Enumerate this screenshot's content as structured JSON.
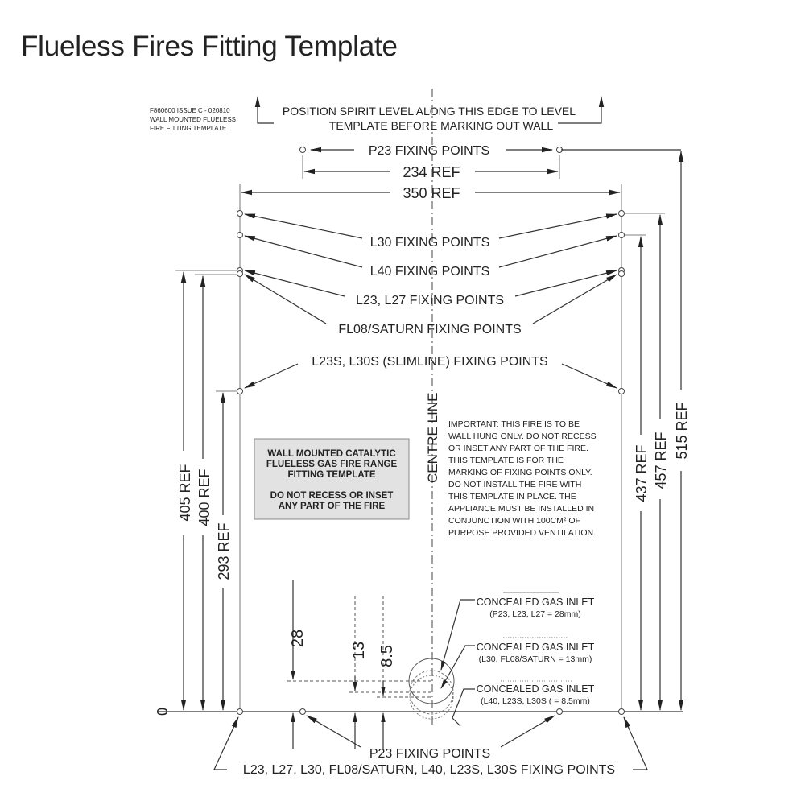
{
  "title": "Flueless Fires Fitting Template",
  "ref_block": [
    "F860600 ISSUE C - 020810",
    "WALL MOUNTED FLUELESS",
    "FIRE FITTING TEMPLATE"
  ],
  "level_note": [
    "POSITION SPIRIT LEVEL ALONG THIS EDGE TO LEVEL",
    "TEMPLATE BEFORE MARKING OUT WALL"
  ],
  "top_labels": {
    "p23": "P23 FIXING POINTS",
    "dim234": "234  REF",
    "dim350": "350  REF"
  },
  "fixing_labels": {
    "l30": "L30 FIXING POINTS",
    "l40": "L40 FIXING POINTS",
    "l23l27": "L23, L27 FIXING POINTS",
    "fl08": "FL08/SATURN FIXING POINTS",
    "slimline": "L23S, L30S (SLIMLINE) FIXING POINTS"
  },
  "centre_line": "CENTRE LINE",
  "boxed_notice": [
    "WALL MOUNTED CATALYTIC",
    "FLUELESS GAS FIRE RANGE",
    "FITTING TEMPLATE",
    "",
    "DO NOT RECESS OR INSET",
    "ANY PART OF THE FIRE"
  ],
  "important_note": [
    "IMPORTANT: THIS FIRE IS TO BE",
    "WALL HUNG ONLY. DO NOT RECESS",
    "OR INSET ANY PART OF THE FIRE.",
    "THIS TEMPLATE IS FOR THE",
    "MARKING OF FIXING POINTS ONLY.",
    "DO NOT INSTALL THE FIRE WITH",
    "THIS TEMPLATE IN PLACE. THE",
    "APPLIANCE MUST BE INSTALLED IN",
    "CONJUNCTION WITH 100CM² OF",
    "PURPOSE PROVIDED VENTILATION."
  ],
  "vertical_dims": {
    "d405": "405 REF",
    "d400": "400 REF",
    "d293": "293 REF",
    "d437": "437 REF",
    "d457": "457 REF",
    "d515": "515  REF",
    "d28": "28",
    "d13": "13",
    "d85": "8.5",
    "zero": "0"
  },
  "gas_inlets": [
    {
      "title": "CONCEALED GAS INLET",
      "detail": "(P23, L23, L27 = 28mm)"
    },
    {
      "title": "CONCEALED GAS INLET",
      "detail": "(L30, FL08/SATURN = 13mm)"
    },
    {
      "title": "CONCEALED GAS INLET",
      "detail": "(L40, L23S, L30S ( = 8.5mm)"
    }
  ],
  "bottom_labels": {
    "p23": "P23 FIXING POINTS",
    "others": "L23, L27, L30, FL08/SATURN, L40, L23S, L30S FIXING POINTS"
  }
}
